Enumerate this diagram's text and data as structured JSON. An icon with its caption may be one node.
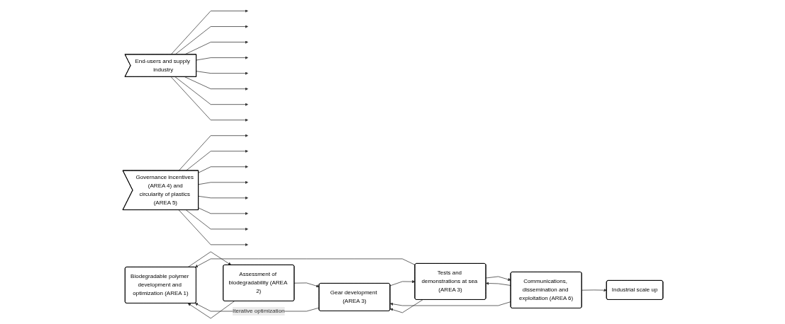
{
  "diagram": {
    "nodes": [
      {
        "text": [
          "End-users and supply industry"
        ]
      },
      {
        "text": [
          "Biodegradable polymer development and optimization (AREA 1)"
        ]
      },
      {
        "text": [
          "Assessment of biodegradability (AREA 2)"
        ]
      },
      {
        "text": [
          "Gear development (AREA 3)"
        ]
      },
      {
        "text": [
          "Tests and demonstrations at sea (AREA 3)"
        ]
      },
      {
        "text": [
          "Communications, dissemination and exploitation (AREA 6)"
        ]
      },
      {
        "text": [
          "Industrial scale up"
        ]
      },
      {
        "text": [
          "Governance incentives  (AREA 4) and circularity of plastics (AREA 5)"
        ]
      }
    ],
    "edges": [
      {
        "from": 0,
        "to": null,
        "arrow": "to"
      },
      {
        "from": 0,
        "to": null,
        "arrow": "to"
      },
      {
        "from": 0,
        "to": null,
        "arrow": "to"
      },
      {
        "from": 0,
        "to": null,
        "arrow": "to"
      },
      {
        "from": 0,
        "to": null,
        "arrow": "to"
      },
      {
        "from": 0,
        "to": null,
        "arrow": "to"
      },
      {
        "from": 0,
        "to": null,
        "arrow": "to"
      },
      {
        "from": 0,
        "to": null,
        "arrow": "to"
      },
      {
        "from": 1,
        "to": 2,
        "arrow": "to"
      },
      {
        "from": 2,
        "to": 3,
        "arrow": "to"
      },
      {
        "from": 3,
        "to": 4,
        "arrow": "to"
      },
      {
        "from": 4,
        "to": 5,
        "arrow": "to"
      },
      {
        "from": 5,
        "to": 6,
        "arrow": "to"
      },
      {
        "from": 2,
        "to": 1,
        "arrow": "to"
      },
      {
        "from": 3,
        "to": 1,
        "arrow": "to",
        "label": "Iterative optimization"
      },
      {
        "from": 4,
        "to": 1,
        "arrow": "to"
      },
      {
        "from": 4,
        "to": 3,
        "arrow": "to"
      },
      {
        "from": 5,
        "to": 3,
        "arrow": "to"
      },
      {
        "from": 5,
        "to": 4,
        "arrow": "to"
      },
      {
        "from": 7,
        "to": null,
        "arrow": "to"
      },
      {
        "from": 7,
        "to": null,
        "arrow": "to"
      },
      {
        "from": 7,
        "to": null,
        "arrow": "to"
      },
      {
        "from": 7,
        "to": null,
        "arrow": "to"
      },
      {
        "from": 7,
        "to": null,
        "arrow": "to"
      },
      {
        "from": 7,
        "to": null,
        "arrow": "to"
      },
      {
        "from": 7,
        "to": null,
        "arrow": "to"
      },
      {
        "from": 7,
        "to": null,
        "arrow": "to"
      }
    ]
  }
}
